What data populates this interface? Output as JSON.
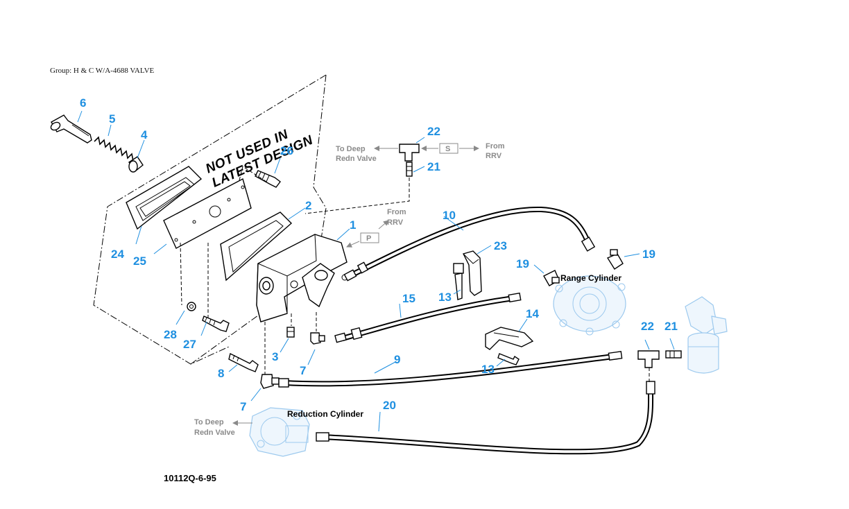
{
  "header": {
    "group_label": "Group: H & C W/A-4688 VALVE"
  },
  "notice": {
    "line1": "NOT USED IN",
    "line2": "LATEST DESIGN"
  },
  "callouts": {
    "c1": "1",
    "c2": "2",
    "c3": "3",
    "c4": "4",
    "c5": "5",
    "c6": "6",
    "c7a": "7",
    "c7b": "7",
    "c8": "8",
    "c9": "9",
    "c10": "10",
    "c13a": "13",
    "c13b": "13",
    "c14": "14",
    "c15": "15",
    "c19a": "19",
    "c19b": "19",
    "c20": "20",
    "c21a": "21",
    "c21b": "21",
    "c22a": "22",
    "c22b": "22",
    "c23": "23",
    "c24": "24",
    "c25": "25",
    "c26": "26",
    "c27": "27",
    "c28": "28"
  },
  "ports": {
    "s_label": "S",
    "p_label": "P",
    "to_deep_top_1": "To Deep",
    "to_deep_top_2": "Redn Valve",
    "from_rrv_top_1": "From",
    "from_rrv_top_2": "RRV",
    "from_rrv_mid_1": "From",
    "from_rrv_mid_2": "RRV",
    "to_deep_bot_1": "To Deep",
    "to_deep_bot_2": "Redn Valve"
  },
  "components": {
    "range_cylinder": "Range Cylinder",
    "reduction_cylinder": "Reduction Cylinder"
  },
  "figure_id": "10112Q-6-95"
}
